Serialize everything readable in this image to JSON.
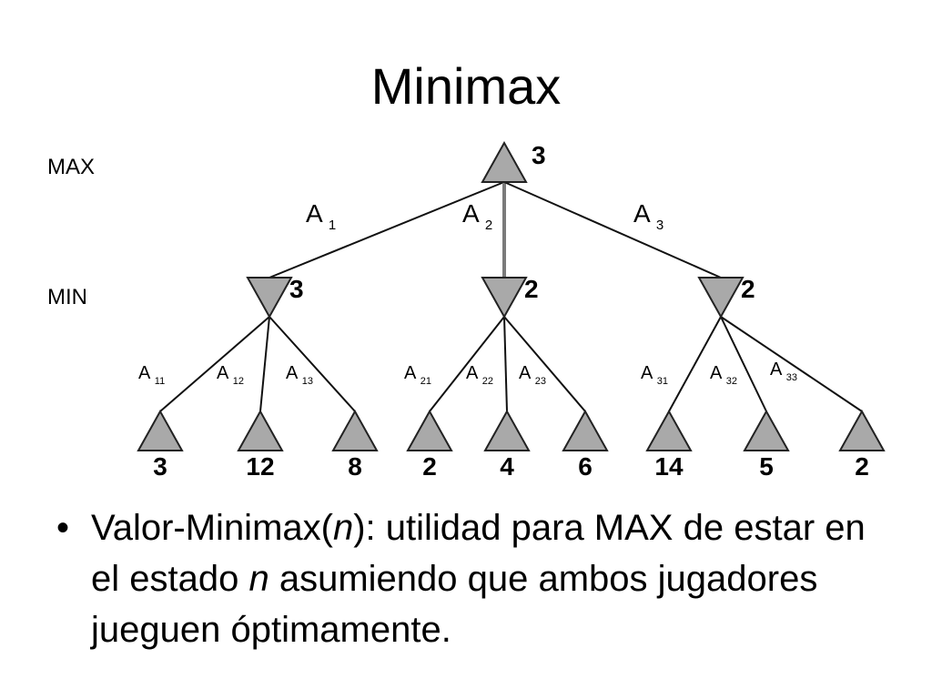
{
  "slide": {
    "title": "Minimax"
  },
  "diagram": {
    "level_labels": {
      "max": "MAX",
      "min": "MIN"
    },
    "root": {
      "value": "3"
    },
    "root_edges": [
      {
        "name": "A",
        "sub": "1"
      },
      {
        "name": "A",
        "sub": "2"
      },
      {
        "name": "A",
        "sub": "3"
      }
    ],
    "min_nodes": [
      {
        "value": "3",
        "edges": [
          {
            "name": "A",
            "sub": "11"
          },
          {
            "name": "A",
            "sub": "12"
          },
          {
            "name": "A",
            "sub": "13"
          }
        ],
        "leaves": [
          "3",
          "12",
          "8"
        ]
      },
      {
        "value": "2",
        "edges": [
          {
            "name": "A",
            "sub": "21"
          },
          {
            "name": "A",
            "sub": "22"
          },
          {
            "name": "A",
            "sub": "23"
          }
        ],
        "leaves": [
          "2",
          "4",
          "6"
        ]
      },
      {
        "value": "2",
        "edges": [
          {
            "name": "A",
            "sub": "31"
          },
          {
            "name": "A",
            "sub": "32"
          },
          {
            "name": "A",
            "sub": "33"
          }
        ],
        "leaves": [
          "14",
          "5",
          "2"
        ]
      }
    ],
    "colors": {
      "node_fill": "#a9a9a9",
      "node_stroke": "#222222",
      "edge": "#111111",
      "best_edge": "#7a7a7a"
    }
  },
  "bullets": [
    {
      "mark": "•",
      "pre": "Valor-Minimax(",
      "var1": "n",
      "mid": "): utilidad para MAX de estar en el estado ",
      "var2": "n",
      "post": " asumiendo que ambos jugadores jueguen óptimamente."
    }
  ]
}
